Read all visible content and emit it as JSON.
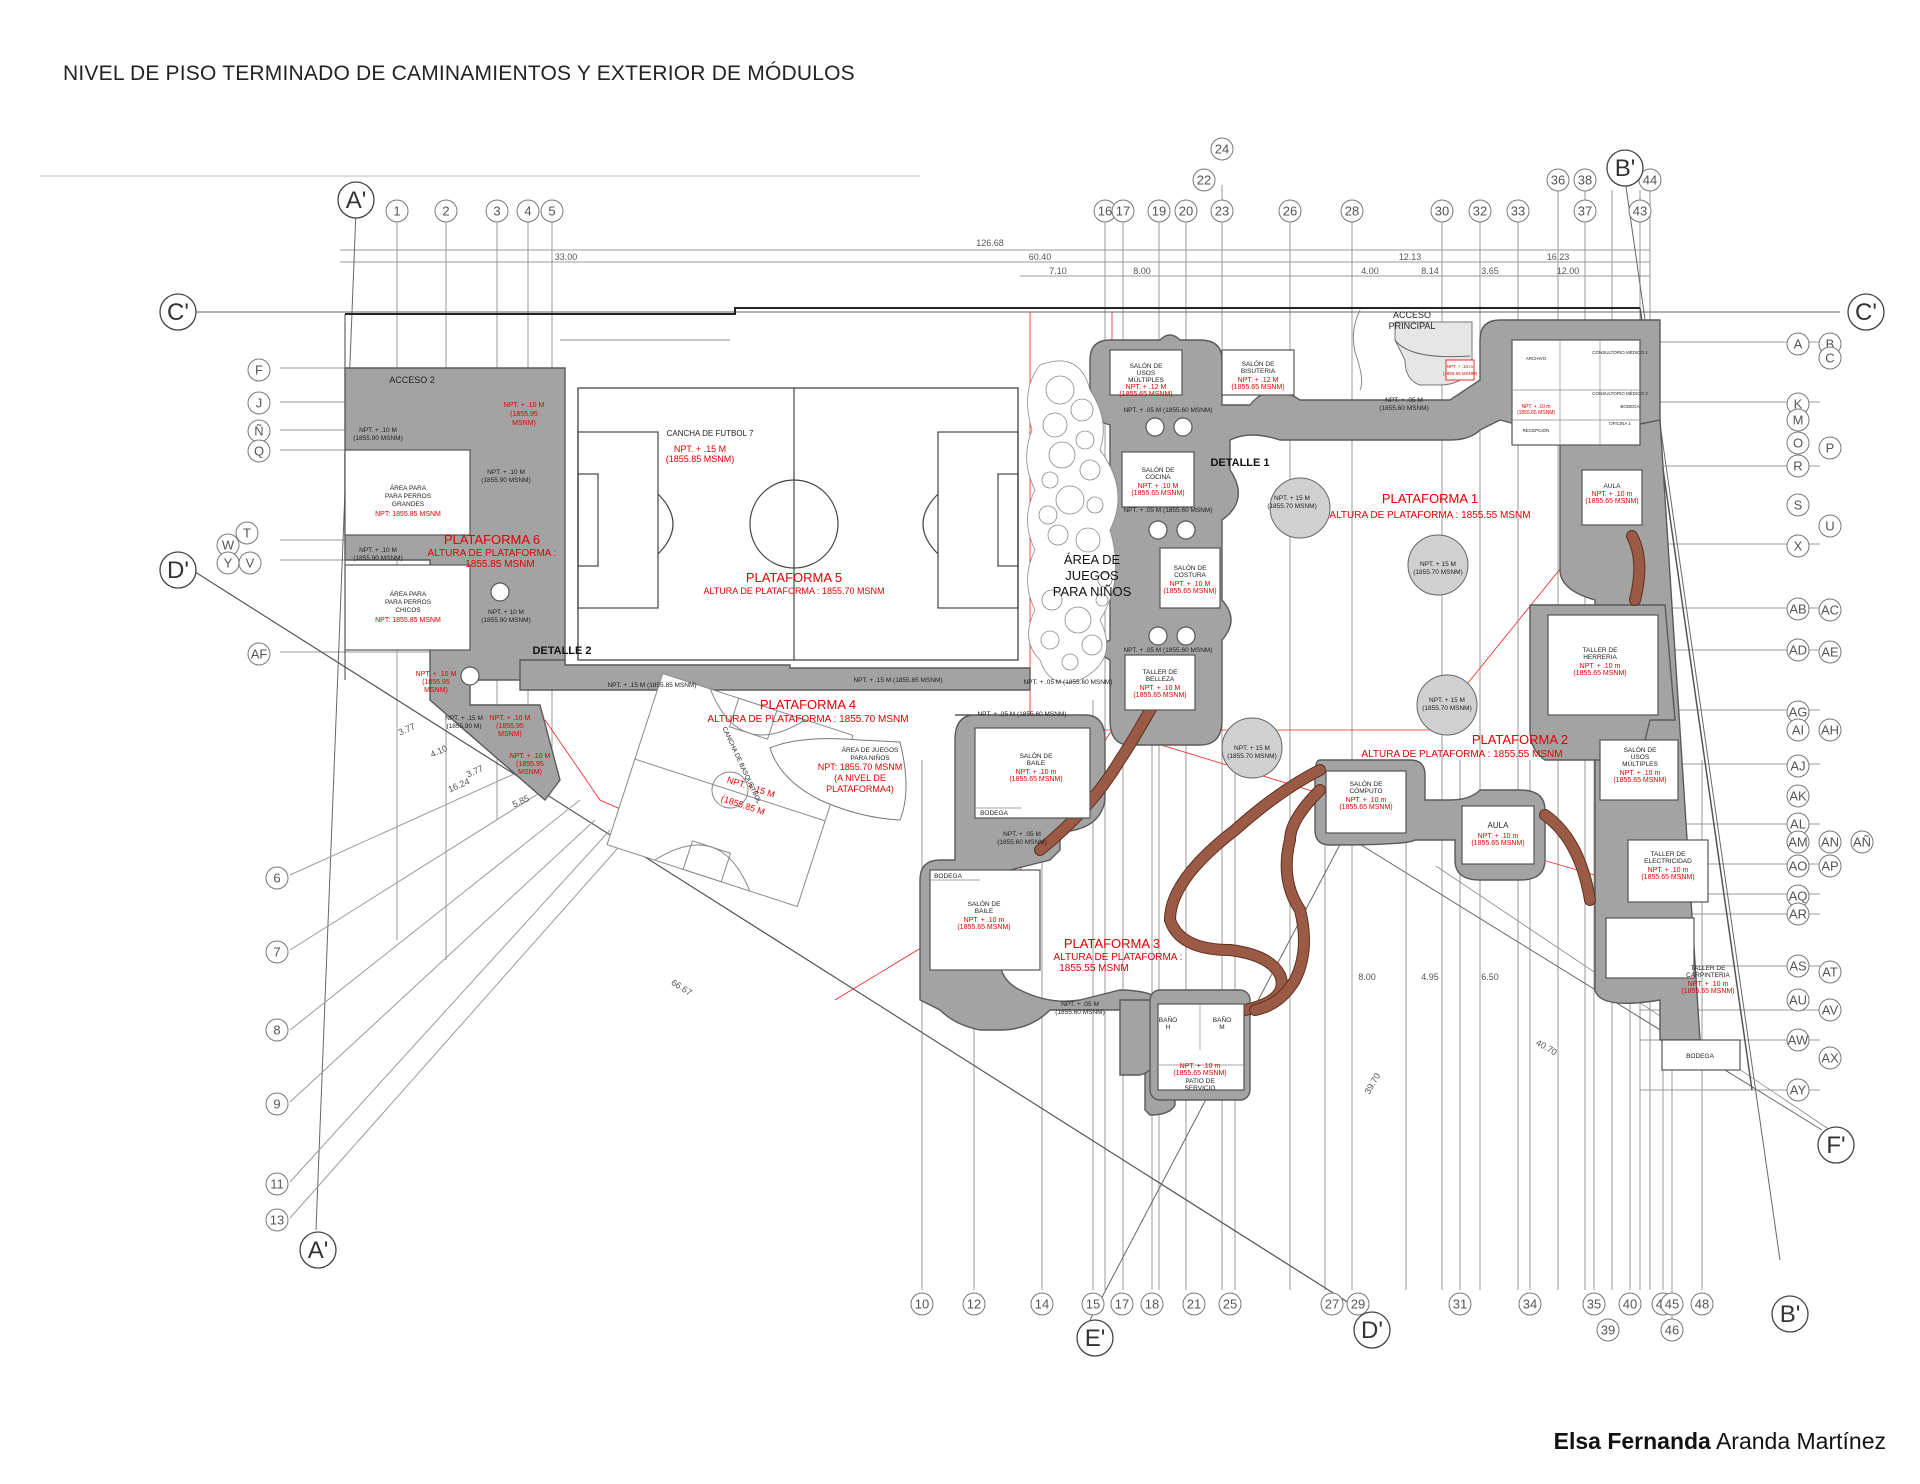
{
  "title": "NIVEL DE PISO TERMINADO DE CAMINAMIENTOS Y EXTERIOR DE MÓDULOS",
  "author": {
    "first": "Elsa Fernanda",
    "last": " Aranda Martínez"
  },
  "section_marks": {
    "a_top": "A'",
    "a_bottom": "A'",
    "b_top": "B'",
    "b_bottom": "B'",
    "c_left": "C'",
    "c_right": "C'",
    "d_left": "D'",
    "d_bottom": "D'",
    "e_bottom": "E'",
    "f_right": "F'"
  },
  "grid_top": [
    "1",
    "2",
    "3",
    "4",
    "5",
    "16",
    "17",
    "19",
    "20",
    "22",
    "23",
    "24",
    "26",
    "28",
    "30",
    "32",
    "33",
    "36",
    "37",
    "38",
    "43",
    "44"
  ],
  "grid_bottom": [
    "10",
    "12",
    "14",
    "15",
    "17",
    "18",
    "21",
    "25",
    "27",
    "29",
    "31",
    "34",
    "35",
    "39",
    "40",
    "42",
    "45",
    "46",
    "48"
  ],
  "grid_left_diag": [
    "6",
    "7",
    "8",
    "9",
    "11",
    "13"
  ],
  "grid_left": [
    "F",
    "J",
    "Ñ",
    "Q",
    "W",
    "T",
    "Y",
    "V",
    "AF"
  ],
  "grid_right_a": [
    "A",
    "K",
    "M",
    "O",
    "R",
    "S",
    "X",
    "AB",
    "AD",
    "AG",
    "AI",
    "AJ",
    "AK",
    "AL",
    "AM",
    "AO",
    "AQ",
    "AR",
    "AS",
    "AU",
    "AW",
    "AY"
  ],
  "grid_right_b": [
    "B",
    "C",
    "P",
    "U",
    "AC",
    "AE",
    "AH",
    "AN",
    "AP",
    "AT",
    "AV",
    "AX"
  ],
  "grid_right_far": [
    "AÑ"
  ],
  "dimensions": {
    "total": "126.68",
    "d33": "33.00",
    "d60": "60.40",
    "d12": "12.13",
    "d16": "16.23",
    "d7": "7.10",
    "d8": "8.00",
    "d4": "4.00",
    "d814": "8.14",
    "d365": "3.65",
    "d12b": "12.00",
    "d800b": "8.00",
    "d495": "4.95",
    "d650": "6.50",
    "d4070": "40.70",
    "d3970": "39.70",
    "d6667": "66.67",
    "diag_377": "3.77",
    "diag_410": "4.10",
    "diag_377b": "3.77",
    "diag_1624": "16.24",
    "diag_585": "5.85"
  },
  "platforms": {
    "p1": {
      "name": "PLATAFORMA 1",
      "height": "ALTURA DE PLATAFORMA : 1855.55 MSNM"
    },
    "p2": {
      "name": "PLATAFORMA 2",
      "height": "ALTURA DE PLATAFORMA : 1855.55 MSNM"
    },
    "p3": {
      "name": "PLATAFORMA 3",
      "height1": "ALTURA DE PLATAFORMA :",
      "height2": "1855.55 MSNM"
    },
    "p4": {
      "name": "PLATAFORMA 4",
      "height": "ALTURA DE PLATAFORMA : 1855.70 MSNM"
    },
    "p5": {
      "name": "PLATAFORMA 5",
      "height": "ALTURA DE PLATAFORMA : 1855.70 MSNM"
    },
    "p6": {
      "name": "PLATAFORMA 6",
      "height1": "ALTURA DE PLATAFORMA :",
      "height2": "1855.85 MSNM"
    }
  },
  "labels": {
    "acceso2": "ACCESO 2",
    "acceso_principal1": "ACCESO",
    "acceso_principal2": "PRINCIPAL",
    "detalle1": "DETALLE 1",
    "detalle2": "DETALLE 2",
    "juegos1": "ÁREA DE",
    "juegos2": "JUEGOS",
    "juegos3": "PARA NIÑOS",
    "cancha_futbol": "CANCHA DE FUTBOL 7",
    "cancha_npt1": "NPT. + .15 M",
    "cancha_npt2": "(1855.85 MSNM)",
    "basket": "CANCHA DE BASQUETBOL",
    "basket_npt1": "NPT. + 15 M",
    "basket_npt2": "(1855.85 M",
    "juegos4_1": "ÁREA DE JUEGOS",
    "juegos4_2": "PARA NIÑOS",
    "juegos4_npt1": "NPT: 1855.70 MSNM",
    "juegos4_npt2": "(A NIVEL DE",
    "juegos4_npt3": "PLATAFORMA4)",
    "perros_g1": "ÁREA PARA",
    "perros_g2": "PARA PERROS",
    "perros_g3": "GRANDES",
    "perros_g_npt": "NPT: 1855.85 MSNM",
    "perros_c1": "ÁREA PARA",
    "perros_c2": "PARA PERROS",
    "perros_c3": "CHICOS",
    "perros_c_npt": "NPT: 1855.85 MSNM",
    "npt_acc2_1": "NPT. + .10 M",
    "npt_acc2_2": "(1855.95",
    "npt_acc2_3": "MSNM)",
    "npt_10_1855_90": "NPT. + .10 M",
    "npt_1855_90": "(1855.90 MSNM)",
    "npt_10_1855_90b": "NPT. + .10 M",
    "npt_1855_90b": "(1855.90 MSNM)",
    "npt_10_1855_90c": "NPT. + .10 M",
    "npt_1855_90c": "(1855.90 MSNM)",
    "npt_10_1855_90d": "NPT. + 10 M",
    "npt_1855_90d": "(1855.90 MSNM)",
    "npt_15_row": "NPT. + .15 M (1855.85 MSNM)",
    "npt_15_row2": "NPT. + .15 M (1855.85 MSNM)",
    "npt_05_row": "NPT. + .05 M (1855.60 MSNM)",
    "npt_05_b": "NPT. + .05 M",
    "npt_05_b2": "(1855.60 MSNM)",
    "npt_05_c": "NPT. + .05 M (1855.60 MSNM)",
    "npt_05_d": "NPT. + .05 M (1855.60 MSNM)",
    "npt_05_e": "NPT. + .05 M (1855.60 MSNM)",
    "npt_05_f": "NPT. + .05 M (1855.60 MSNM)",
    "npt_05_g": "NPT. + .05 M",
    "npt_05_g2": "(1855.60 MSNM)",
    "npt_05_acc1": "NPT. + .05 M",
    "npt_05_acc2": "(1855.60 MSNM)",
    "npt_15_c1": "NPT. + 15 M",
    "npt_15_c1b": "(1855.70 MSNM)",
    "npt_15_c2": "NPT. + 15 M",
    "npt_15_c2b": "(1855.70 MSNM)",
    "npt_15_c3": "NPT. + 15 M",
    "npt_15_c3b": "(1855.70 MSNM)",
    "npt_15_c4": "NPT. + 15 M",
    "npt_15_c4b": "(1855.70 MSNM)",
    "npt_dog1": "NPT. + .10 M",
    "npt_dog2": "(1855.95",
    "npt_dog3": "MSNM)",
    "npt_s1": "NPT. + .10 M",
    "npt_s2": "(1855.95",
    "npt_s3": "MSNM)",
    "npt_s4": "NPT. + .10 M",
    "npt_s5": "(1855.95",
    "npt_s6": "MSNM)",
    "npt_gate": "NPT. + .15 M",
    "npt_gate2": "(1855.90 M)"
  },
  "rooms": {
    "usos1": {
      "l1": "SALÓN DE",
      "l2": "USOS",
      "l3": "MÚLTIPLES",
      "n1": "NPT. + .12 M",
      "n2": "(1855.65 MSNM)"
    },
    "bisuteria": {
      "l1": "SALÓN DE",
      "l2": "BISUTERIA",
      "n1": "NPT. + .12 M",
      "n2": "(1855.65 MSNM)"
    },
    "cocina": {
      "l1": "SALÓN DE",
      "l2": "COCINA",
      "n1": "NPT. + .10 M",
      "n2": "(1855.65 MSNM)"
    },
    "costura": {
      "l1": "SALÓN DE",
      "l2": "COSTURA",
      "n1": "NPT. + .10 M",
      "n2": "(1855.65 MSNM)"
    },
    "belleza": {
      "l1": "TALLER DE",
      "l2": "BELLEZA",
      "n1": "NPT. + .10 M",
      "n2": "(1855.65 MSNM)"
    },
    "baile1": {
      "l1": "SALÓN DE",
      "l2": "BAILE",
      "n1": "NPT. + .10 m",
      "n2": "(1855.65 MSNM)",
      "b": "BODEGA"
    },
    "baile2": {
      "l1": "SALÓN DE",
      "l2": "BAILE",
      "n1": "NPT. + .10 m",
      "n2": "(1855.65 MSNM)",
      "b": "BODEGA"
    },
    "computo": {
      "l1": "SALÓN DE",
      "l2": "CÓMPUTO",
      "n1": "NPT. + .10 m",
      "n2": "(1855.65 MSNM)"
    },
    "aula2": {
      "l1": "AULA",
      "n1": "NPT. + .10 m",
      "n2": "(1855.65 MSNM)"
    },
    "banos": {
      "l1": "BAÑO",
      "l2": "H",
      "l3": "BAÑO",
      "l4": "M",
      "n1": "NPT. + .10 m",
      "n2": "(1855.65 MSNM)",
      "p1": "PATIO DE",
      "p2": "SERVICIO"
    },
    "aula1": {
      "l1": "AULA",
      "n1": "NPT. + .10 m",
      "n2": "(1855.65 MSNM)"
    },
    "herreria": {
      "l1": "TALLER DE",
      "l2": "HERRERIA",
      "n1": "NPT. + .10 m",
      "n2": "(1855.65 MSNM)"
    },
    "usos2": {
      "l1": "SALÓN DE",
      "l2": "USOS",
      "l3": "MÚLTIPLES",
      "n1": "NPT. + .10 m",
      "n2": "(1855.65 MSNM)"
    },
    "electricidad": {
      "l1": "TALLER DE",
      "l2": "ELECTRICIDAD",
      "n1": "NPT. + .10 m",
      "n2": "(1855.65 MSNM)"
    },
    "carpinteria": {
      "l1": "TALLER DE",
      "l2": "CARPINTERIA",
      "n1": "NPT. + .10 m",
      "n2": "(1855.65 MSNM)",
      "b": "BODEGA"
    },
    "admin": {
      "l1": "ARCHIVO",
      "l2": "CONSULTORIO MÉDICO 1",
      "l3": "CONSULTORIO MÉDICO 2",
      "l4": "OFICINA 1",
      "l5": "RECEPCIÓN",
      "l6": "BODEGA",
      "n1": "NPT. + .10 m",
      "n2": "(1855.65 MSNM)",
      "n3": "NPT. + .10 m",
      "n4": "(1855.65 MSNM)"
    }
  }
}
